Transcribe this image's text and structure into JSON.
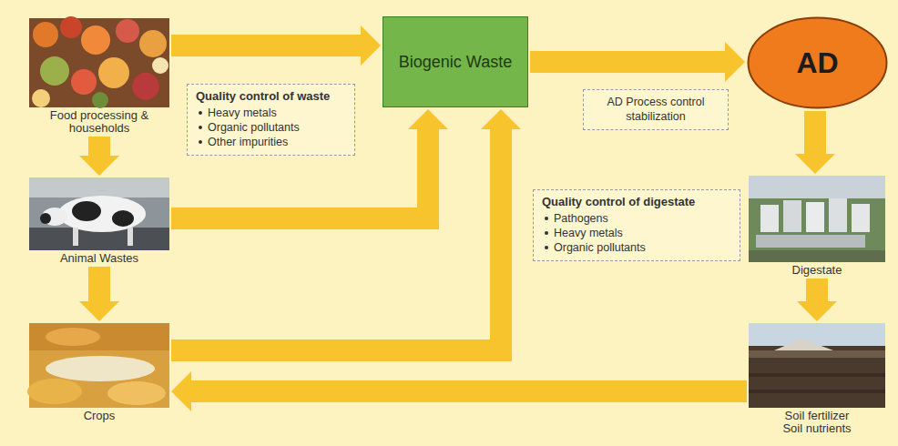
{
  "diagram": {
    "nodes": [
      {
        "text": [
          "Food processing & households"
        ]
      },
      {
        "text": [
          "Quality control of waste",
          "Heavy metals",
          "Organic pollutants",
          "Other impurities"
        ]
      },
      {
        "text": [
          "Biogenic Waste"
        ]
      },
      {
        "text": [
          "AD Process control stabilization"
        ]
      },
      {
        "text": [
          "AD"
        ]
      },
      {
        "text": [
          "Animal Wastes"
        ]
      },
      {
        "text": [
          "Quality control of digestate",
          "Pathogens",
          "Heavy metals",
          "Organic pollutants"
        ]
      },
      {
        "text": [
          "Digestate"
        ]
      },
      {
        "text": [
          "Crops"
        ]
      },
      {
        "text": [
          "Soil fertilizer",
          "Soil nutrients"
        ]
      }
    ],
    "edges": [
      {
        "from": 0,
        "to": 2,
        "arrow": "to"
      },
      {
        "from": 2,
        "to": 4,
        "arrow": "to"
      },
      {
        "from": 4,
        "to": 7,
        "arrow": "to"
      },
      {
        "from": 7,
        "to": 9,
        "arrow": "to"
      },
      {
        "from": 9,
        "to": 8,
        "arrow": "to"
      },
      {
        "from": 0,
        "to": 5,
        "arrow": "to"
      },
      {
        "from": 5,
        "to": 8,
        "arrow": "to"
      },
      {
        "from": 5,
        "to": 2,
        "arrow": "to"
      },
      {
        "from": 8,
        "to": 2,
        "arrow": "to"
      }
    ]
  }
}
